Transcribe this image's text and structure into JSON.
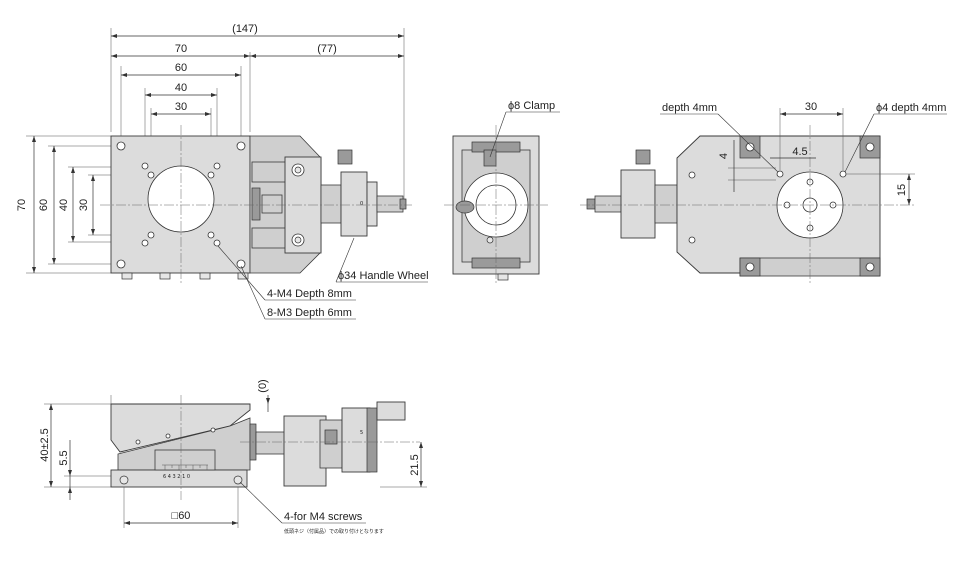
{
  "dimensions": {
    "overall_width": "(147)",
    "stage_width": "70",
    "micrometer_length": "(77)",
    "hole_pitch_60": "60",
    "hole_pitch_40": "40",
    "hole_pitch_30": "30",
    "height_70": "70",
    "height_60": "60",
    "height_40": "40",
    "height_30": "30",
    "right_30": "30",
    "right_4": "4",
    "right_4_5": "4.5",
    "right_15": "15",
    "zero_offset": "(0)",
    "total_height": "40±2.5",
    "base_height": "5.5",
    "axis_height": "21.5",
    "mount_square": "□60"
  },
  "callouts": {
    "clamp": "ϕ8 Clamp",
    "depth_4mm": "depth 4mm",
    "phi4_depth": "ϕ4 depth 4mm",
    "handle_wheel": "ϕ34 Handle Wheel",
    "m4_depth": "4-M4 Depth 8mm",
    "m3_depth": "8-M3 Depth 6mm",
    "m4_screws": "4-for M4 screws",
    "screw_note_jp": "低頭ネジ（付属品）での取り付けとなります"
  },
  "scale_marks": {
    "side_scale": "6 4 3 2 1 0",
    "wheel_5": "5",
    "wheel_0": "0"
  }
}
